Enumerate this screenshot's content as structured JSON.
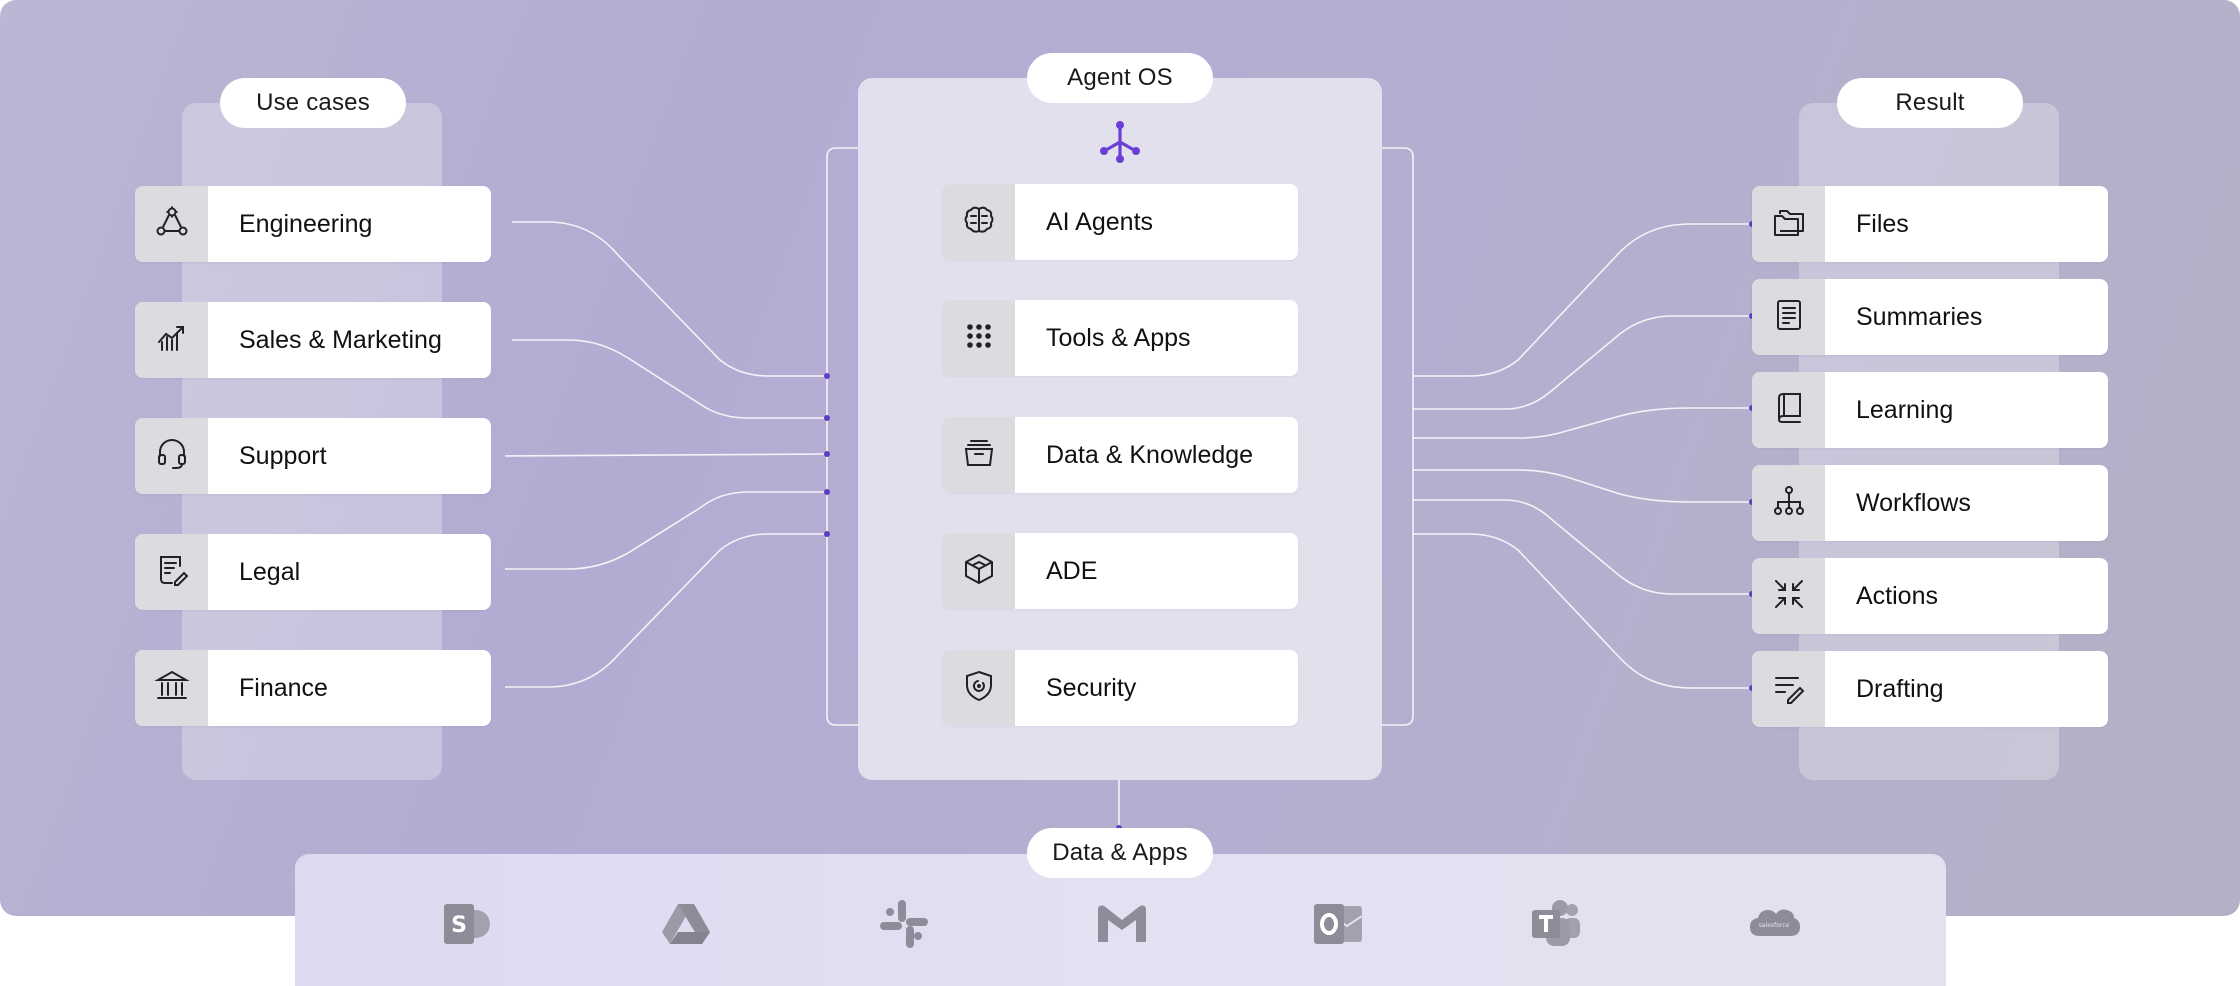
{
  "use_cases": {
    "title": "Use cases",
    "items": [
      {
        "label": "Engineering",
        "icon": "engineering-icon"
      },
      {
        "label": "Sales & Marketing",
        "icon": "sales-chart-icon"
      },
      {
        "label": "Support",
        "icon": "headset-icon"
      },
      {
        "label": "Legal",
        "icon": "legal-document-icon"
      },
      {
        "label": "Finance",
        "icon": "bank-icon"
      }
    ]
  },
  "agent_os": {
    "title": "Agent OS",
    "logo": "agent-os-logo-icon",
    "items": [
      {
        "label": "AI Agents",
        "icon": "brain-icon"
      },
      {
        "label": "Tools & Apps",
        "icon": "grid-dots-icon"
      },
      {
        "label": "Data & Knowledge",
        "icon": "archive-box-icon"
      },
      {
        "label": "ADE",
        "icon": "cube-icon"
      },
      {
        "label": "Security",
        "icon": "shield-icon"
      }
    ]
  },
  "result": {
    "title": "Result",
    "items": [
      {
        "label": "Files",
        "icon": "folder-icon"
      },
      {
        "label": "Summaries",
        "icon": "summary-document-icon"
      },
      {
        "label": "Learning",
        "icon": "book-icon"
      },
      {
        "label": "Workflows",
        "icon": "workflow-tree-icon"
      },
      {
        "label": "Actions",
        "icon": "arrows-in-icon"
      },
      {
        "label": "Drafting",
        "icon": "lines-pencil-icon"
      }
    ]
  },
  "data_apps": {
    "title": "Data & Apps",
    "logos": [
      "sharepoint-logo",
      "google-drive-logo",
      "slack-logo",
      "gmail-logo",
      "outlook-logo",
      "teams-logo",
      "salesforce-logo"
    ]
  },
  "colors": {
    "accent": "#6b3fd6",
    "background_gradient": [
      "#b9b7d3",
      "#b3abd2",
      "#b5b0c6"
    ],
    "card_icon_bg": "#dcdbe0",
    "logo_gray": "#8e8c99"
  }
}
